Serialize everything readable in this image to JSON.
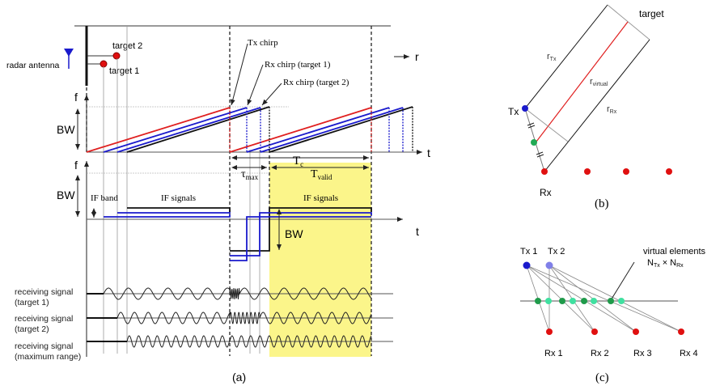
{
  "panel_a": {
    "caption": "(a)",
    "radar_antenna_label": "radar antenna",
    "target1_label": "target 1",
    "target2_label": "target 2",
    "range_axis_label": "r",
    "freq_axis_label": "f",
    "freq_axis_label_2": "f",
    "time_axis_label": "t",
    "time_axis_label_2": "t",
    "bw_label_1": "BW",
    "bw_label_2": "BW",
    "bw_label_3": "BW",
    "tx_chirp_label": "Tx chirp",
    "rx_chirp_t1_label": "Rx chirp (target 1)",
    "rx_chirp_t2_label": "Rx chirp (target 2)",
    "tc_label": "T",
    "tc_sub": "c",
    "tmax_label": "τ",
    "tmax_sub": "max",
    "tvalid_label": "T",
    "tvalid_sub": "valid",
    "if_band_label": "IF band",
    "if_signals_label_1": "IF signals",
    "if_signals_label_2": "IF signals",
    "signals": [
      {
        "line1": "receiving signal",
        "line2": "(target 1)"
      },
      {
        "line1": "receiving signal",
        "line2": "(target 2)"
      },
      {
        "line1": "receiving signal",
        "line2": "(maximum range)"
      }
    ],
    "colors": {
      "tx": "#e02020",
      "rx": "#1a1acc",
      "black": "#111111",
      "valid_window": "#fbf58a"
    }
  },
  "panel_b": {
    "caption": "(b)",
    "target_label": "target",
    "r_tx_label": "r",
    "r_tx_sub": "Tx",
    "r_virtual_label": "r",
    "r_virtual_sub": "virtual",
    "r_rx_label": "r",
    "r_rx_sub": "Rx",
    "tx_label": "Tx",
    "rx_label": "Rx",
    "colors": {
      "tx": "#1a1acc",
      "virtual": "#22aa55",
      "rx": "#e01010",
      "line": "#e02020"
    }
  },
  "panel_c": {
    "caption": "(c)",
    "tx_labels": [
      "Tx 1",
      "Tx 2"
    ],
    "rx_labels": [
      "Rx 1",
      "Rx 2",
      "Rx 3",
      "Rx 4"
    ],
    "virtual_label": "virtual elements",
    "virtual_formula_n1": "N",
    "virtual_formula_s1": "Tx",
    "virtual_formula_x": "×",
    "virtual_formula_n2": "N",
    "virtual_formula_s2": "Rx",
    "colors": {
      "tx1": "#1a1acc",
      "tx2": "#8080e8",
      "virtual_dark": "#1f9a4a",
      "virtual_light": "#40e0a0",
      "rx": "#e01010"
    }
  }
}
